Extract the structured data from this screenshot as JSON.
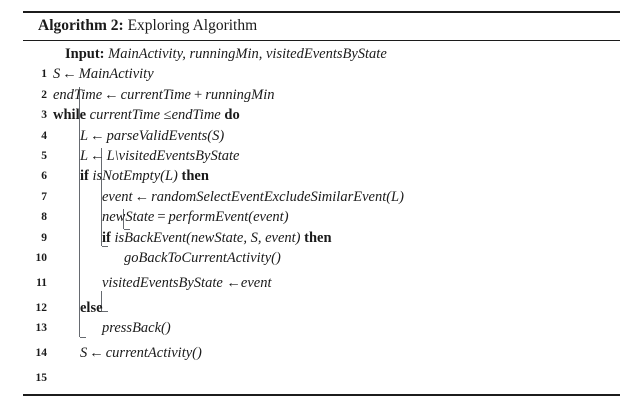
{
  "document": {
    "type": "latex-algorithm-float",
    "background": "#ffffff",
    "rule_color": "#1c1c1c",
    "guide_color": "#666a70"
  },
  "caption": {
    "keyword": "Algorithm",
    "number": "2",
    "separator": ":",
    "title": "Exploring Algorithm"
  },
  "input": {
    "label": "Input:",
    "params": "MainActivity, runningMin, visitedEventsByState"
  },
  "lines": [
    {
      "number": "1",
      "indent": 0,
      "text": "S ← MainActivity",
      "parts": [
        {
          "t": "S",
          "s": "it"
        },
        {
          "t": "←",
          "s": "arrow"
        },
        {
          "t": "MainActivity",
          "s": "it"
        }
      ]
    },
    {
      "number": "2",
      "indent": 0,
      "text": "endTime ← currentTime + runningMin",
      "parts": [
        {
          "t": "endTime",
          "s": "it"
        },
        {
          "t": "←",
          "s": "arrow"
        },
        {
          "t": "currentTime",
          "s": "it"
        },
        {
          "t": "+",
          "s": "op"
        },
        {
          "t": "runningMin",
          "s": "it"
        }
      ]
    },
    {
      "number": "3",
      "indent": 0,
      "text": "while currentTime ≤endTime do",
      "parts": [
        {
          "t": "while",
          "s": "bf"
        },
        {
          "t": " ",
          "s": "rm"
        },
        {
          "t": "currentTime",
          "s": "it"
        },
        {
          "t": " ",
          "s": "rm"
        },
        {
          "t": "≤",
          "s": "le"
        },
        {
          "t": "endTime",
          "s": "it"
        },
        {
          "t": " ",
          "s": "rm"
        },
        {
          "t": "do",
          "s": "bf"
        }
      ]
    },
    {
      "number": "4",
      "indent": 1,
      "text": "L ← parseValidEvents(S)",
      "parts": [
        {
          "t": "L",
          "s": "it"
        },
        {
          "t": "←",
          "s": "arrow"
        },
        {
          "t": "parseValidEvents(S)",
          "s": "it"
        }
      ]
    },
    {
      "number": "5",
      "indent": 1,
      "text": "L ← L\\visitedEventsByState",
      "parts": [
        {
          "t": "L",
          "s": "it"
        },
        {
          "t": "←",
          "s": "arrow"
        },
        {
          "t": "L\\visitedEventsByState",
          "s": "it"
        }
      ]
    },
    {
      "number": "6",
      "indent": 1,
      "text": "if isNotEmpty(L) then",
      "parts": [
        {
          "t": "if",
          "s": "bf"
        },
        {
          "t": " ",
          "s": "rm"
        },
        {
          "t": "isNotEmpty(L)",
          "s": "it"
        },
        {
          "t": " ",
          "s": "rm"
        },
        {
          "t": "then",
          "s": "bf"
        }
      ]
    },
    {
      "number": "7",
      "indent": 2,
      "text": "event ← randomSelectEventExcludeSimilarEvent(L)",
      "parts": [
        {
          "t": "event",
          "s": "it"
        },
        {
          "t": "←",
          "s": "arrow"
        },
        {
          "t": "randomSelectEventExcludeSimilarEvent(L)",
          "s": "it"
        }
      ]
    },
    {
      "number": "8",
      "indent": 2,
      "text": "newState = performEvent(event)",
      "parts": [
        {
          "t": "newState",
          "s": "it"
        },
        {
          "t": "=",
          "s": "op"
        },
        {
          "t": "performEvent(event)",
          "s": "it"
        }
      ]
    },
    {
      "number": "9",
      "indent": 2,
      "text": "if isBackEvent(newState, S, event) then",
      "parts": [
        {
          "t": "if",
          "s": "bf"
        },
        {
          "t": " ",
          "s": "rm"
        },
        {
          "t": "isBackEvent(newState, S, event)",
          "s": "it"
        },
        {
          "t": " ",
          "s": "rm"
        },
        {
          "t": "then",
          "s": "bf"
        }
      ]
    },
    {
      "number": "10",
      "indent": 3,
      "text": "goBackToCurrentActivity()",
      "parts": [
        {
          "t": "goBackToCurrentActivity()",
          "s": "it"
        }
      ]
    },
    {
      "number": "11",
      "indent": 2,
      "text": "visitedEventsByState ←event",
      "parts": [
        {
          "t": "visitedEventsByState",
          "s": "it"
        },
        {
          "t": " ",
          "s": "rm"
        },
        {
          "t": "←",
          "s": "le"
        },
        {
          "t": "event",
          "s": "it"
        }
      ]
    },
    {
      "number": "12",
      "indent": 1,
      "text": "else",
      "parts": [
        {
          "t": "else",
          "s": "bf"
        }
      ]
    },
    {
      "number": "13",
      "indent": 2,
      "text": "pressBack()",
      "parts": [
        {
          "t": "pressBack()",
          "s": "it"
        }
      ]
    },
    {
      "number": "14",
      "indent": 1,
      "text": "S ← currentActivity()",
      "parts": [
        {
          "t": "S",
          "s": "it"
        },
        {
          "t": "←",
          "s": "arrow"
        },
        {
          "t": "currentActivity()",
          "s": "it"
        }
      ]
    },
    {
      "number": "15",
      "indent": 0,
      "text": "",
      "parts": []
    }
  ]
}
